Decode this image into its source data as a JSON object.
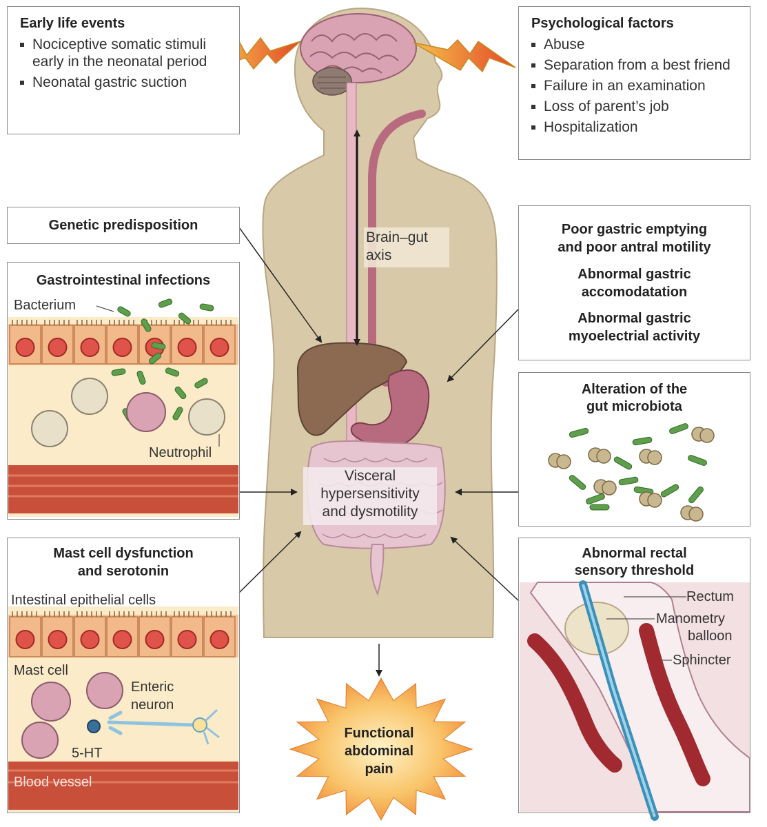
{
  "early_life": {
    "title": "Early life events",
    "items": [
      "Nociceptive somatic stimuli early in the neonatal period",
      "Neonatal gastric suction"
    ]
  },
  "psychological": {
    "title": "Psychological factors",
    "items": [
      "Abuse",
      "Separation from a best friend",
      "Failure in an examination",
      "Loss of parent’s job",
      "Hospitalization"
    ]
  },
  "genetic": {
    "title": "Genetic predisposition"
  },
  "gi_infections": {
    "title": "Gastrointestinal infections",
    "bacterium_label": "Bacterium",
    "neutrophil_label": "Neutrophil"
  },
  "mast_cell": {
    "title_line1": "Mast cell dysfunction",
    "title_line2": "and serotonin",
    "epithelial_label": "Intestinal epithelial cells",
    "mast_cell_label": "Mast cell",
    "enteric_label_line1": "Enteric",
    "enteric_label_line2": "neuron",
    "serotonin_label": "5-HT",
    "blood_vessel_label": "Blood vessel"
  },
  "gastric": {
    "line1": "Poor gastric emptying",
    "line2": "and poor antral motility",
    "line3": "Abnormal gastric",
    "line4": "accomodatation",
    "line5": "Abnormal gastric",
    "line6": "myoelectrial activity"
  },
  "microbiota": {
    "title_line1": "Alteration of the",
    "title_line2": "gut microbiota"
  },
  "rectal": {
    "title_line1": "Abnormal rectal",
    "title_line2": "sensory threshold",
    "rectum_label": "Rectum",
    "balloon_label_line1": "Manometry",
    "balloon_label_line2": "balloon",
    "sphincter_label": "Sphincter"
  },
  "body": {
    "axis_label_line1": "Brain–gut",
    "axis_label_line2": "axis",
    "center_line1": "Visceral",
    "center_line2": "hypersensitivity",
    "center_line3": "and dysmotility"
  },
  "outcome": {
    "line1": "Functional",
    "line2": "abdominal",
    "line3": "pain"
  },
  "colors": {
    "skin": "#d8c9a8",
    "skin_edge": "#b8a684",
    "brain": "#d9a3b4",
    "liver": "#8c6a52",
    "stomach": "#b86a7e",
    "intestine": "#e6c4d0",
    "vessel": "#c8503a",
    "epithelium": "#f2c59a",
    "lumen": "#fbebc8",
    "bacteria": "#5f9e4a",
    "star": "#f0a040"
  }
}
